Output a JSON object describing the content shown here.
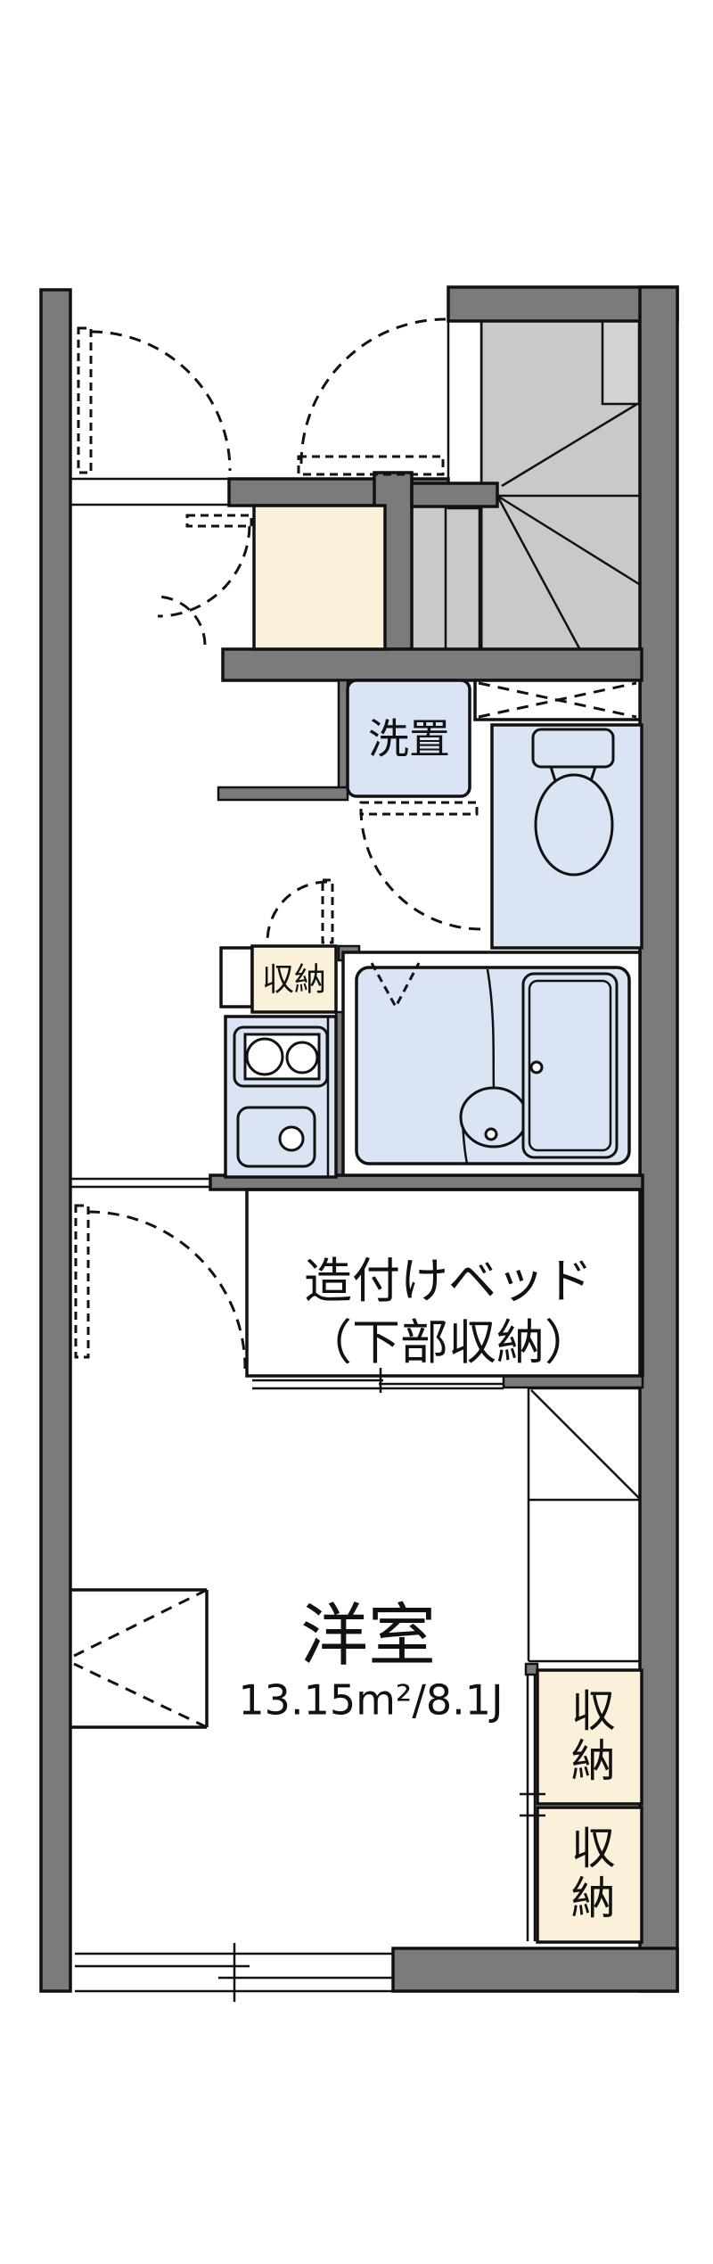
{
  "plan": {
    "type": "floor-plan",
    "labels": {
      "laundry": "洗置",
      "kitchen_storage": "収納",
      "bed_line1": "造付けベッド",
      "bed_line2": "（下部収納）",
      "room_name": "洋室",
      "room_area": "13.15m²/8.1J",
      "closet_upper": "収納",
      "closet_lower": "収納"
    },
    "rooms": [
      {
        "name": "entrance-hall"
      },
      {
        "name": "staircase"
      },
      {
        "name": "laundry-space",
        "label": "洗置"
      },
      {
        "name": "toilet"
      },
      {
        "name": "bathroom"
      },
      {
        "name": "kitchen"
      },
      {
        "name": "built-in-bed",
        "label": "造付けベッド（下部収納）"
      },
      {
        "name": "western-room",
        "label": "洋室",
        "area": "13.15m²/8.1J"
      },
      {
        "name": "closet-upper",
        "label": "収納"
      },
      {
        "name": "closet-lower",
        "label": "収納"
      }
    ]
  },
  "colors": {
    "wall_gray": "#7b7b7b",
    "stair_gray": "#c9c9c9",
    "stair_light": "#d3d3d3",
    "room_blue": "#dae4f5",
    "storage_beige": "#fbf0da",
    "line_black": "#111111",
    "background": "#ffffff"
  }
}
